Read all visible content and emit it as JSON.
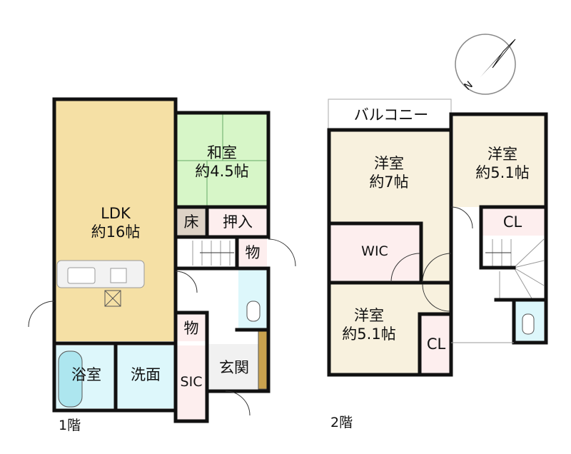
{
  "floor1": {
    "label": "1階",
    "rooms": {
      "ldk_name": "LDK",
      "ldk_size": "約16帖",
      "washitsu_name": "和室",
      "washitsu_size": "約4.5帖",
      "toko": "床",
      "oshiire": "押入",
      "storage1": "物",
      "storage2": "物",
      "bath": "浴室",
      "washroom": "洗面",
      "sic": "SIC",
      "entrance": "玄関"
    }
  },
  "floor2": {
    "label": "2階",
    "rooms": {
      "balcony": "バルコニー",
      "western1_name": "洋室",
      "western1_size": "約7帖",
      "western2_name": "洋室",
      "western2_size": "約5.1帖",
      "western3_name": "洋室",
      "western3_size": "約5.1帖",
      "wic": "WIC",
      "closet1": "CL",
      "closet2": "CL"
    }
  },
  "compass": {
    "label": "N"
  },
  "colors": {
    "ldk": "#f5e0a5",
    "washitsu": "#d7f6c8",
    "wet": "#ddf7fb",
    "storage": "#fdeeee",
    "western": "#f8f1de",
    "toko": "#ddd2c6"
  }
}
